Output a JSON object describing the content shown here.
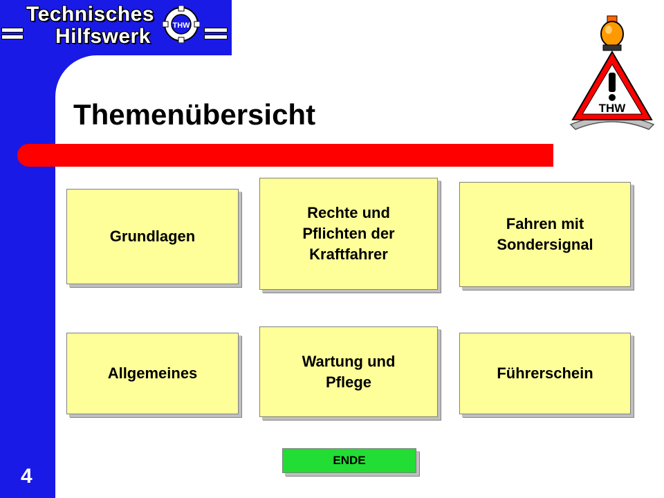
{
  "logo": {
    "line1": "Technisches",
    "line2": "Hilfswerk",
    "emblem_text": "THW"
  },
  "title": "Themenübersicht",
  "sign": {
    "text": "THW"
  },
  "topics": [
    {
      "label": "Grundlagen"
    },
    {
      "label": "Rechte und\nPflichten der\nKraftfahrer"
    },
    {
      "label": "Fahren mit\nSondersignal"
    },
    {
      "label": "Allgemeines"
    },
    {
      "label": "Wartung und\nPflege"
    },
    {
      "label": "Führerschein"
    }
  ],
  "end_button": {
    "label": "ENDE"
  },
  "page_number": "4",
  "colors": {
    "sidebar_blue": "#1a1ae6",
    "title_bar_red": "#ff0000",
    "topic_button_yellow": "#ffff99",
    "end_button_green": "#22dd33"
  }
}
